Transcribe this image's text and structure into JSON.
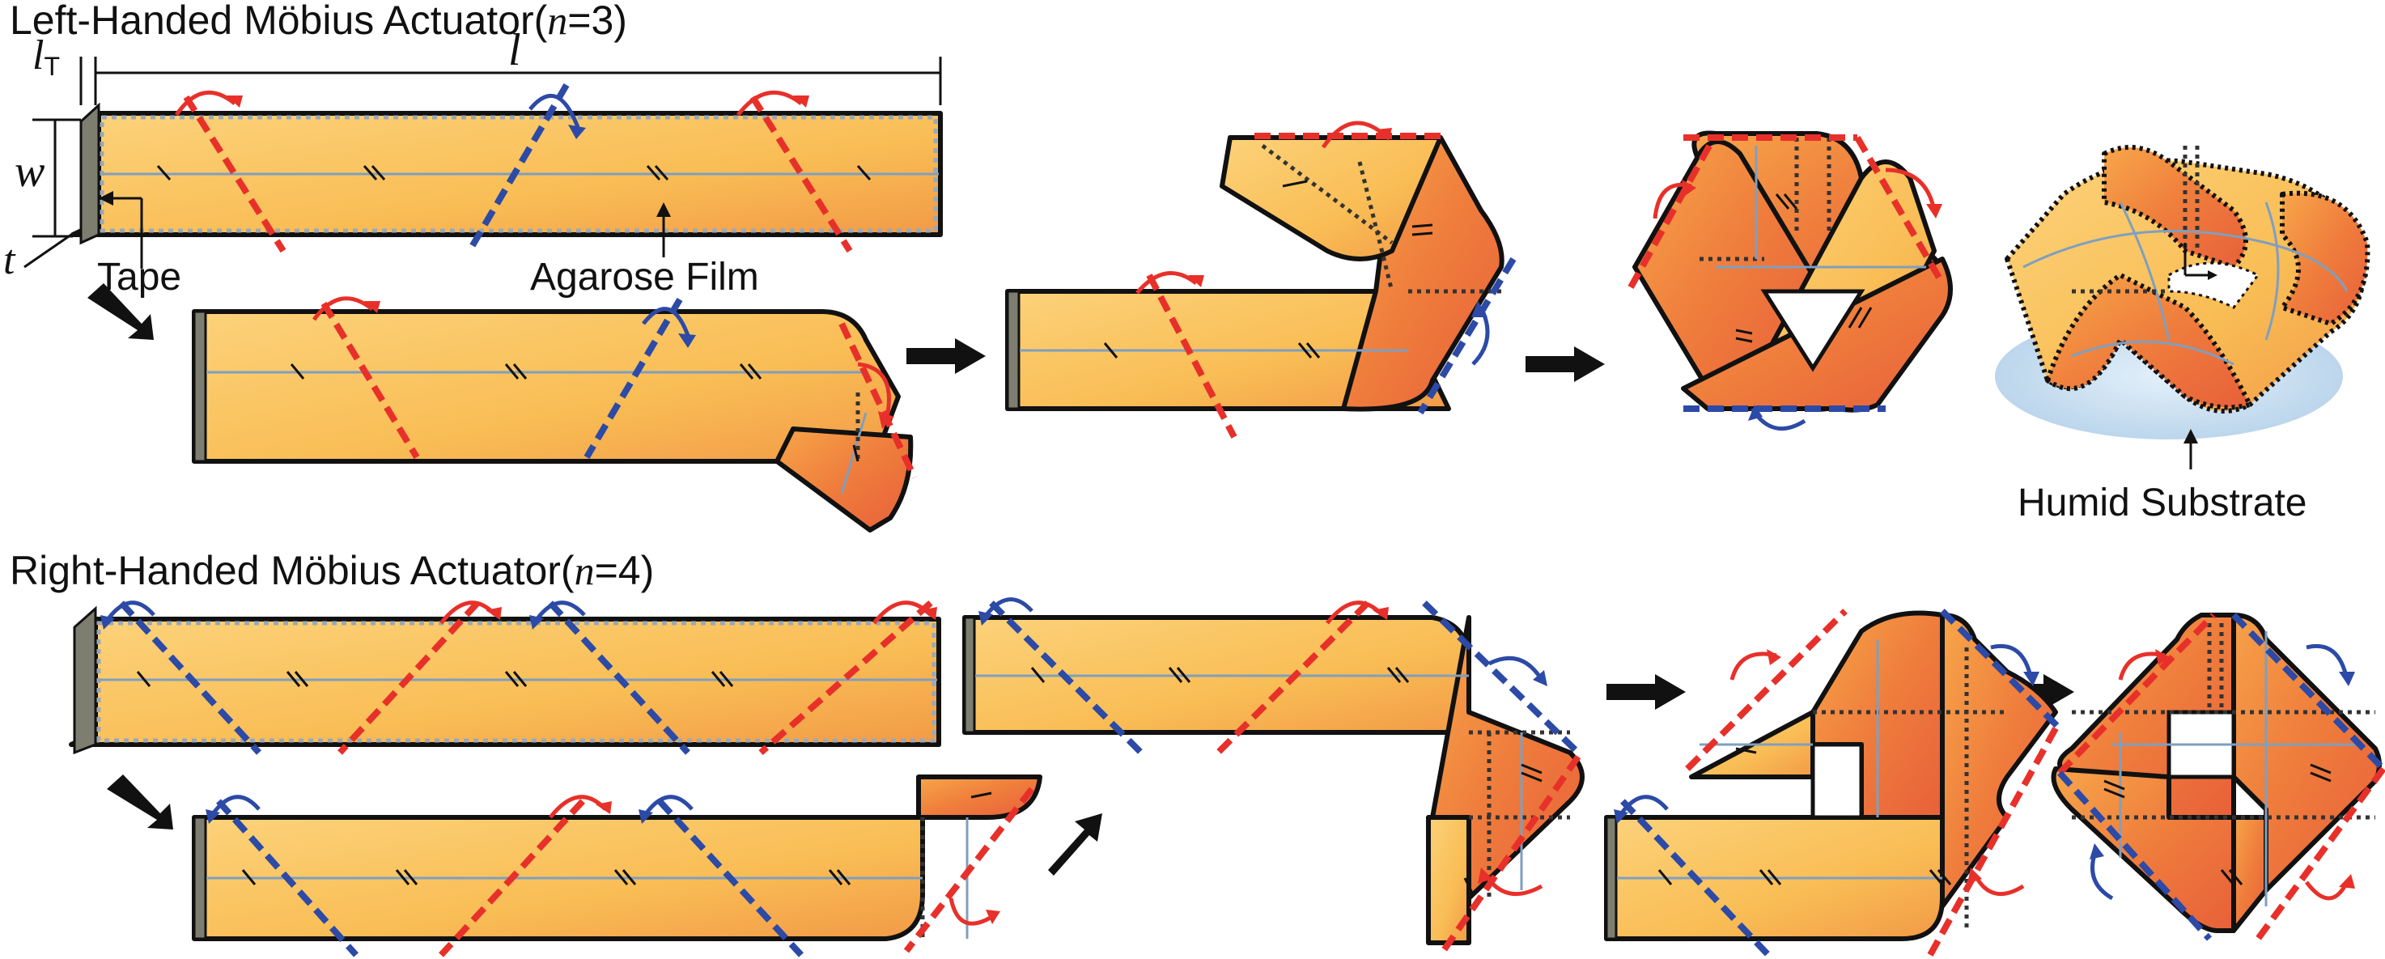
{
  "titles": {
    "left_prefix": "Left-Handed Möbius Actuator(",
    "left_n": "n",
    "left_suffix": "=3)",
    "right_prefix": "Right-Handed Möbius Actuator(",
    "right_n": "n",
    "right_suffix": "=4)"
  },
  "labels": {
    "tape": "Tape",
    "agarose_film": "Agarose Film",
    "humid_substrate": "Humid Substrate"
  },
  "dimensions": {
    "lT_main": "l",
    "lT_sub": "T",
    "l": "l",
    "w": "w",
    "t": "t"
  },
  "colors": {
    "strip_light": "#fbc85a",
    "strip_dark": "#ee7a3a",
    "fold_red": "#e8302a",
    "fold_blue": "#2c4aa6",
    "substrate": "#cfe3f3"
  }
}
